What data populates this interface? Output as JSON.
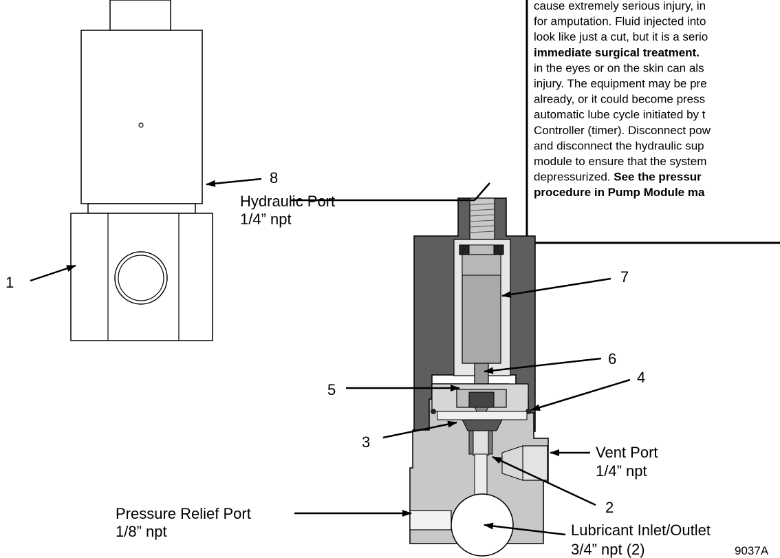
{
  "warning": {
    "lines": [
      {
        "text": "cause extremely serious injury, in",
        "bold": false
      },
      {
        "text": "for amputation.  Fluid injected into",
        "bold": false
      },
      {
        "text": "look like just a cut, but it is a serio",
        "bold": false
      },
      {
        "text": "immediate surgical treatment.",
        "bold": true
      },
      {
        "text": "in the eyes or on the skin can als",
        "bold": false
      },
      {
        "text": "injury. The equipment may be pre",
        "bold": false
      },
      {
        "text": "already, or it could become press",
        "bold": false
      },
      {
        "text": "automatic lube cycle initiated by t",
        "bold": false
      },
      {
        "text": "Controller (timer). Disconnect pow",
        "bold": false
      },
      {
        "text": "and disconnect the hydraulic sup",
        "bold": false
      },
      {
        "text": "module to ensure that the system",
        "bold": false
      },
      {
        "text": "depressurized.",
        "bold": false,
        "tail": "See the pressur",
        "tail_bold": true
      },
      {
        "text": "procedure in Pump Module ma",
        "bold": true
      }
    ]
  },
  "labels": {
    "hydraulic_port": "Hydraulic Port",
    "hydraulic_port_size": "1/4” npt",
    "vent_port": "Vent  Port",
    "vent_port_size": "1/4” npt",
    "pressure_relief_port": "Pressure Relief  Port",
    "pressure_relief_port_size": "1/8” npt",
    "lubricant_port": "Lubricant Inlet/Outlet",
    "lubricant_port_size": "3/4” npt (2)",
    "figure_id": "9037A"
  },
  "callouts": {
    "c1": "1",
    "c2": "2",
    "c3": "3",
    "c4": "4",
    "c5": "5",
    "c6": "6",
    "c7": "7",
    "c8": "8"
  },
  "colors": {
    "dark_housing": "#5e5e5e",
    "light_body": "#c8c8c8",
    "piston": "#a9a9a9",
    "mid_gray": "#8c8c8c",
    "line": "#000000"
  }
}
